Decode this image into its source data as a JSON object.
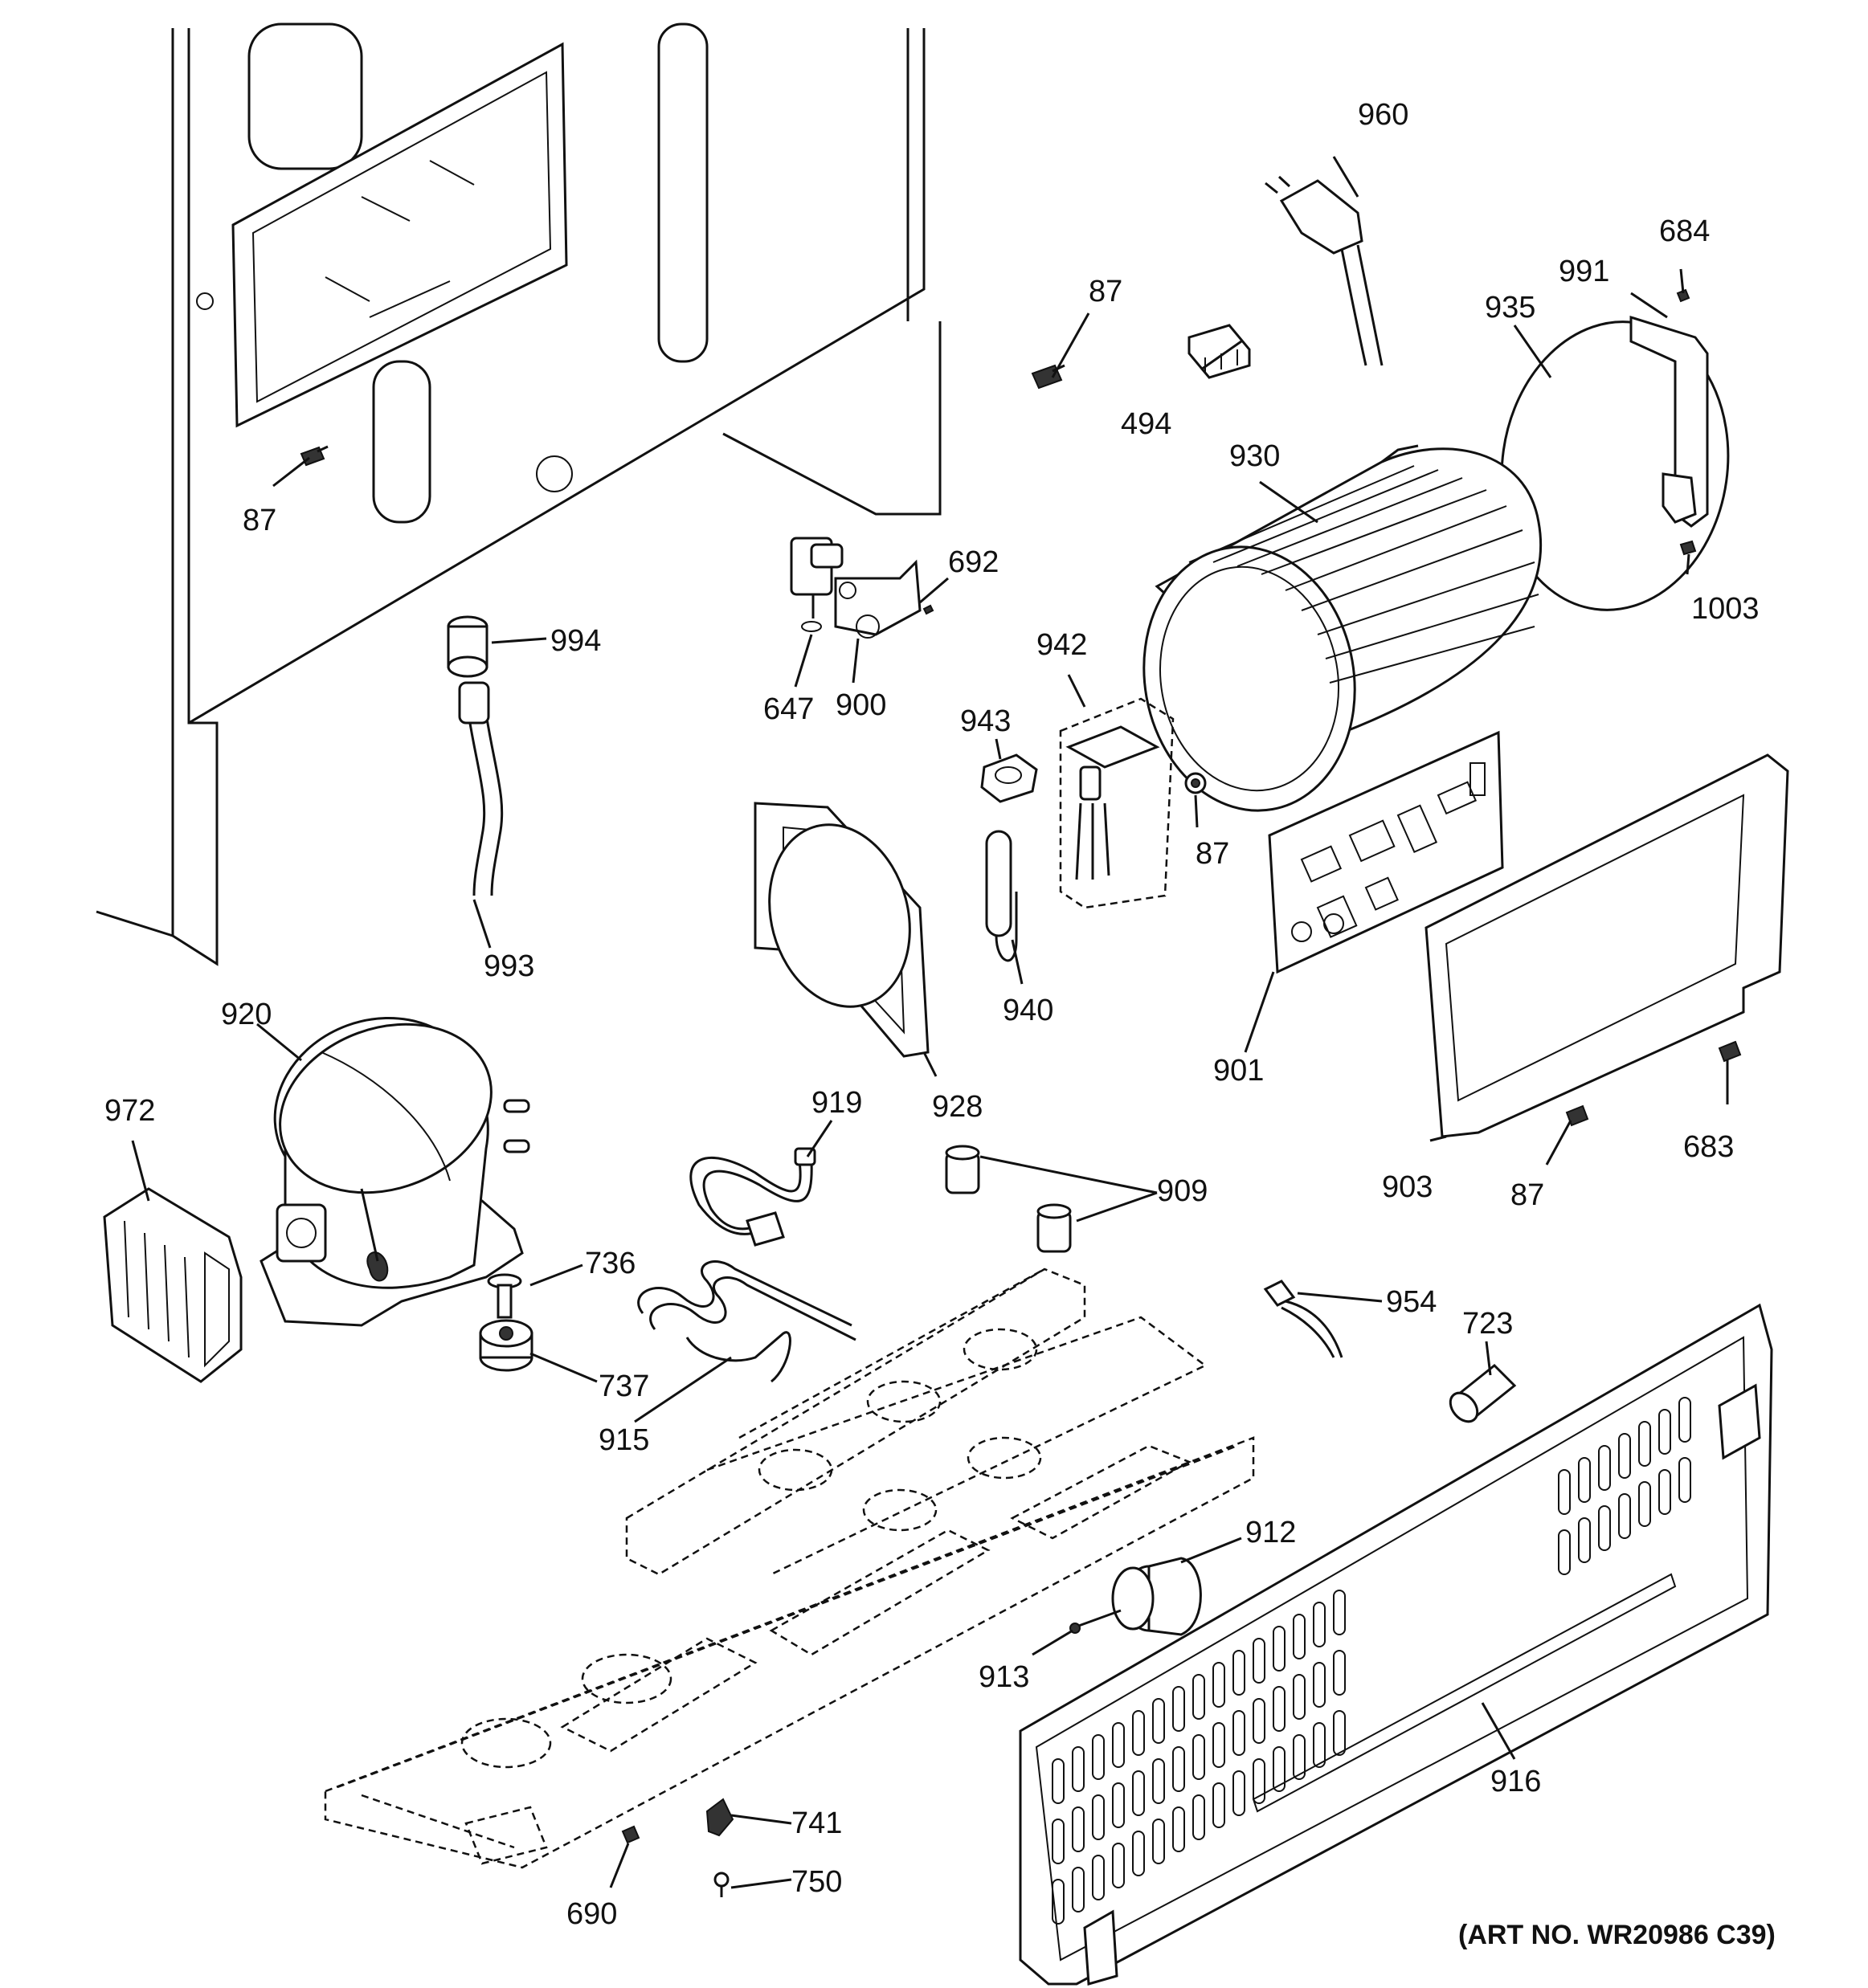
{
  "diagram": {
    "art_number": "(ART NO. WR20986 C39)",
    "callouts": [
      {
        "id": "c87a",
        "text": "87"
      },
      {
        "id": "c994",
        "text": "994"
      },
      {
        "id": "c993",
        "text": "993"
      },
      {
        "id": "c692",
        "text": "692"
      },
      {
        "id": "c647",
        "text": "647"
      },
      {
        "id": "c900",
        "text": "900"
      },
      {
        "id": "c87b",
        "text": "87"
      },
      {
        "id": "c494",
        "text": "494"
      },
      {
        "id": "c960",
        "text": "960"
      },
      {
        "id": "c930",
        "text": "930"
      },
      {
        "id": "c935",
        "text": "935"
      },
      {
        "id": "c991",
        "text": "991"
      },
      {
        "id": "c684",
        "text": "684"
      },
      {
        "id": "c1003",
        "text": "1003"
      },
      {
        "id": "c942",
        "text": "942"
      },
      {
        "id": "c943",
        "text": "943"
      },
      {
        "id": "c87c",
        "text": "87"
      },
      {
        "id": "c940",
        "text": "940"
      },
      {
        "id": "c928",
        "text": "928"
      },
      {
        "id": "c901",
        "text": "901"
      },
      {
        "id": "c903",
        "text": "903"
      },
      {
        "id": "c87d",
        "text": "87"
      },
      {
        "id": "c683",
        "text": "683"
      },
      {
        "id": "c920",
        "text": "920"
      },
      {
        "id": "c972",
        "text": "972"
      },
      {
        "id": "c919",
        "text": "919"
      },
      {
        "id": "c909",
        "text": "909"
      },
      {
        "id": "c736",
        "text": "736"
      },
      {
        "id": "c737",
        "text": "737"
      },
      {
        "id": "c915",
        "text": "915"
      },
      {
        "id": "c954",
        "text": "954"
      },
      {
        "id": "c723",
        "text": "723"
      },
      {
        "id": "c912",
        "text": "912"
      },
      {
        "id": "c913",
        "text": "913"
      },
      {
        "id": "c916",
        "text": "916"
      },
      {
        "id": "c741",
        "text": "741"
      },
      {
        "id": "c750",
        "text": "750"
      },
      {
        "id": "c690",
        "text": "690"
      }
    ]
  }
}
